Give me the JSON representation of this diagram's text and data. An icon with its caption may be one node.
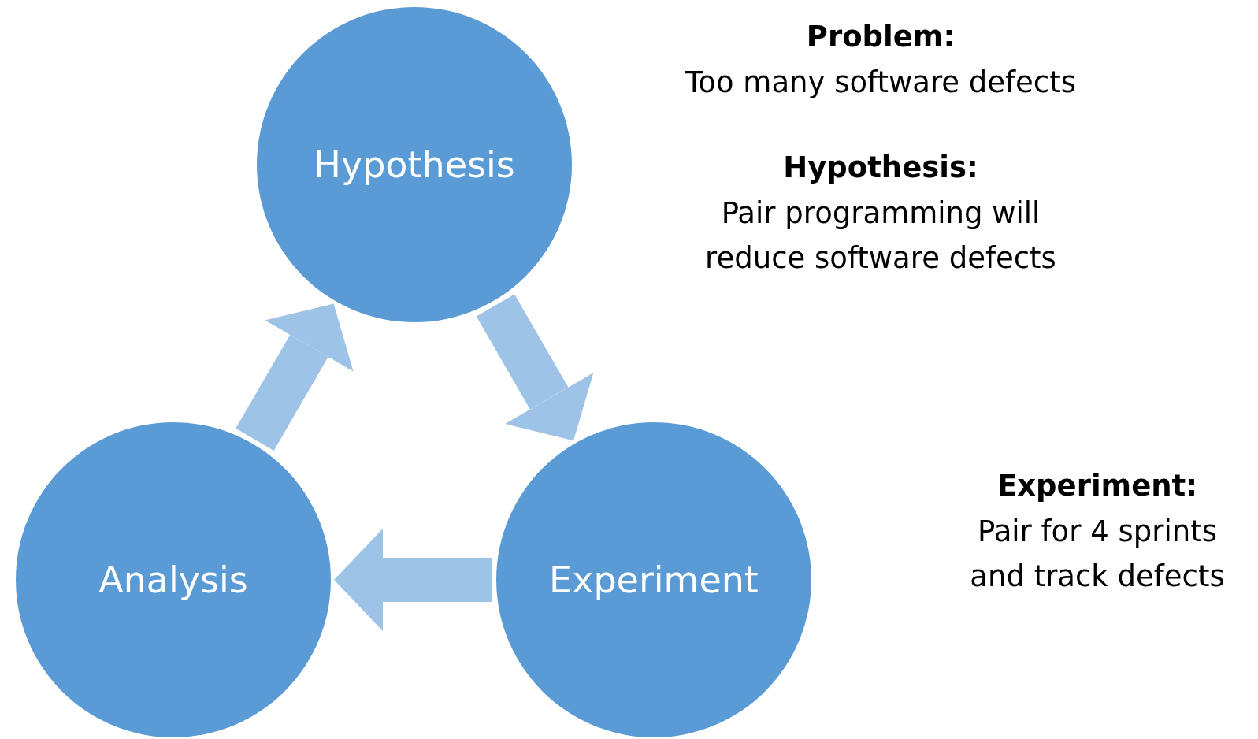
{
  "diagram": {
    "nodes": [
      {
        "text": [
          "Hypothesis"
        ]
      },
      {
        "text": [
          "Experiment"
        ]
      },
      {
        "text": [
          "Analysis"
        ]
      }
    ],
    "edges": [
      {
        "from": 0,
        "to": 1,
        "arrow": "to"
      },
      {
        "from": 1,
        "to": 2,
        "arrow": "to"
      },
      {
        "from": 2,
        "to": 0,
        "arrow": "to"
      }
    ],
    "labels": [
      "Problem:",
      "Too many software defects",
      "Hypothesis:",
      "Pair programming will reduce software defects",
      "Experiment:",
      "Pair for 4 sprints and track defects"
    ]
  }
}
